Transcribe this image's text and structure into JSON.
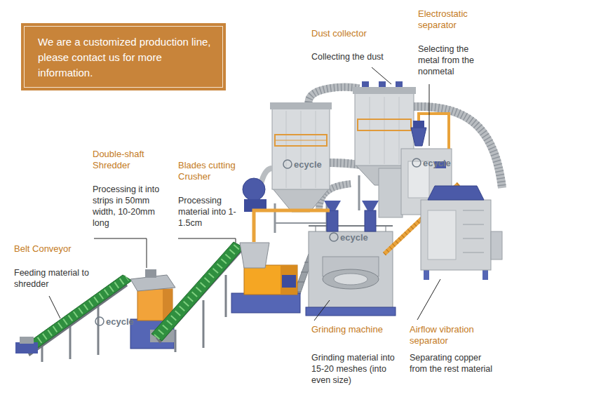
{
  "diagram": {
    "nodes": [
      {
        "text": [
          "We are a customized production line, please contact us for more information."
        ]
      }
    ],
    "labels": [
      "Dust collector",
      "Collecting the dust",
      "Electrostatic separator",
      "Selecting the metal from the nonmetal",
      "Double-shaft Shredder",
      "Processing it into strips in 50mm width, 10-20mm long",
      "Blades cutting Crusher",
      "Processing material into 1-1.5cm",
      "Belt Conveyor",
      "Feeding material to shredder",
      "Grinding machine",
      "Grinding material into 15-20 meshes (into even size)",
      "Airflow vibration separator",
      "Separating copper from the rest material",
      "ecycle",
      "ecycle",
      "ecycle",
      "ecycle"
    ]
  }
}
